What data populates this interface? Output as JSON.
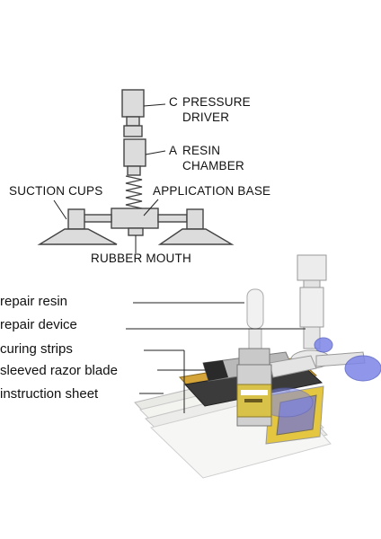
{
  "diagram": {
    "callouts": [
      {
        "letter": "C",
        "line1": "PRESSURE",
        "line2": "DRIVER"
      },
      {
        "letter": "A",
        "line1": "RESIN",
        "line2": "CHAMBER"
      }
    ],
    "suction_cups": "SUCTION CUPS",
    "application_base": "APPLICATION BASE",
    "rubber_mouth": "RUBBER MOUTH"
  },
  "kit_items": [
    "repair resin",
    "repair device",
    "curing strips",
    "sleeved razor blade",
    "instruction sheet"
  ],
  "colors": {
    "part_fill": "#dcdcdc",
    "part_stroke": "#444444",
    "suction_cup_blue": "#7d86e8",
    "label_gold": "#d8c24a",
    "bottle_silver": "#c9c9c9"
  }
}
